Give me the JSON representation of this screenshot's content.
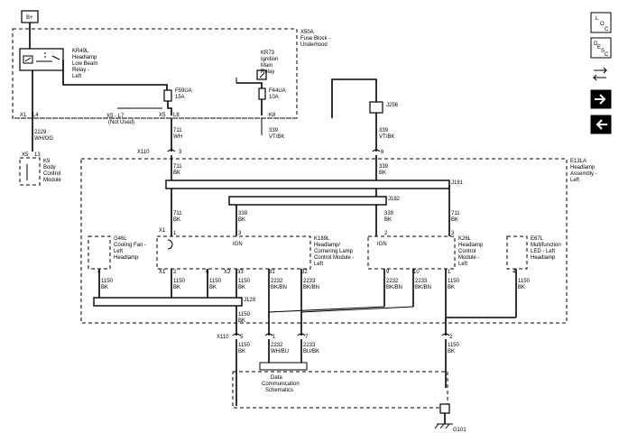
{
  "battery": {
    "label": "B+"
  },
  "fuse_block": {
    "code": "X50A",
    "name_lines": [
      "Fuse Block -",
      "Underhood"
    ]
  },
  "relay_kr49l": {
    "code": "KR49L",
    "name_lines": [
      "Headlamp",
      "Low Beam",
      "Relay -",
      "Left"
    ]
  },
  "relay_kr73": {
    "code": "KR73",
    "name_lines": [
      "Ignition",
      "Main",
      "Relay"
    ]
  },
  "fuse_f59ua": {
    "code": "F59UA",
    "rating": "15A"
  },
  "fuse_f44ua": {
    "code": "F44UA",
    "rating": "10A"
  },
  "connector_j256": "J256",
  "x50a_pins": [
    "X1",
    "L4",
    "X5",
    "L8",
    "K8"
  ],
  "not_used": {
    "label": "X5 - L7",
    "note": "(Not Used)"
  },
  "wires": {
    "w2229": {
      "circuit": "2229",
      "color": "WH/OG"
    },
    "w711_top": {
      "circuit": "711",
      "color": "WH"
    },
    "w339_top": {
      "circuit": "339",
      "color": "VT/BK"
    },
    "w711_bk1": {
      "circuit": "711",
      "color": "BK"
    },
    "w339_bk1": {
      "circuit": "339",
      "color": "BK"
    },
    "w711_bk2": {
      "circuit": "711",
      "color": "BK"
    },
    "w339_bk2": {
      "circuit": "339",
      "color": "BK"
    },
    "w339_bk3": {
      "circuit": "339",
      "color": "BK"
    },
    "w711_bk3": {
      "circuit": "711",
      "color": "BK"
    },
    "w1150_a": {
      "circuit": "1150",
      "color": "BK"
    },
    "w1150_b": {
      "circuit": "1150",
      "color": "BK"
    },
    "w1150_c": {
      "circuit": "1150",
      "color": "BK"
    },
    "w1150_d": {
      "circuit": "1150",
      "color": "BK"
    },
    "w2232_a": {
      "circuit": "2232",
      "color": "BK/BN"
    },
    "w2233_a": {
      "circuit": "2233",
      "color": "BK/BN"
    },
    "w2232_b": {
      "circuit": "2232",
      "color": "BK/BN"
    },
    "w2233_b": {
      "circuit": "2233",
      "color": "BK/BN"
    },
    "w1150_e": {
      "circuit": "1150",
      "color": "BK"
    },
    "w1150_f": {
      "circuit": "1150",
      "color": "BK"
    },
    "w1150_j129": {
      "circuit": "1150",
      "color": "BK"
    },
    "w1150_bot1": {
      "circuit": "1150",
      "color": "BK"
    },
    "w2232_bot": {
      "circuit": "2232",
      "color": "WH/BU"
    },
    "w2233_bot": {
      "circuit": "2233",
      "color": "BU/BK"
    },
    "w1150_bot2": {
      "circuit": "1150",
      "color": "BK"
    }
  },
  "bcm": {
    "pin_conn": "X5",
    "pin": "13",
    "code": "K9",
    "name_lines": [
      "Body",
      "Control",
      "Module"
    ]
  },
  "x110_top": {
    "conn": "X110",
    "pins": [
      "3",
      "6"
    ]
  },
  "headlamp_assembly": {
    "code": "E13LA",
    "name_lines": [
      "Headlamp",
      "Assembly -",
      "Left"
    ]
  },
  "splices": {
    "j181": "J181",
    "j182": "J182",
    "j129": "J129"
  },
  "k189l": {
    "code": "K189L",
    "name_lines": [
      "Headlamp/",
      "Cornering Lamp",
      "Control Module -",
      "Left"
    ],
    "ign": "IGN",
    "conn_top": "X1",
    "pins_top": [
      "1",
      "3"
    ],
    "conn_bot1": "X1",
    "conn_bot2": "X2",
    "pins_bot": [
      "2",
      "6",
      "33",
      "31",
      "32"
    ]
  },
  "k26l": {
    "code": "K26L",
    "name_lines": [
      "Headlamp",
      "Control",
      "Module -",
      "Left"
    ],
    "ign": "IGN",
    "pins_top": [
      "2",
      "3"
    ],
    "pins_bot": [
      "9",
      "10",
      "1"
    ]
  },
  "g46l": {
    "code": "G46L",
    "name_lines": [
      "Cooling Fan -",
      "Left",
      "Headlamp"
    ],
    "pin": "4"
  },
  "e67l": {
    "code": "E67L",
    "name_lines": [
      "Multifunction",
      "LED - Left",
      "Headlamp"
    ],
    "pin": "4"
  },
  "x110_bot": {
    "conn": "X110",
    "pins": [
      "5",
      "1",
      "7",
      "2"
    ]
  },
  "data_comm": {
    "lines": [
      "Data",
      "Communication",
      "Schematics"
    ]
  },
  "ground": {
    "label": "G101"
  },
  "nav": {
    "loc": {
      "icon": "location-view-icon",
      "glyphs": [
        "L",
        "O",
        "C"
      ]
    },
    "desc": {
      "icon": "description-view-icon",
      "glyphs": [
        "D",
        "E",
        "S",
        "C"
      ]
    },
    "swap": {
      "icon": "swap-arrows-icon"
    },
    "next": {
      "icon": "next-page-icon"
    },
    "prev": {
      "icon": "previous-page-icon"
    }
  }
}
